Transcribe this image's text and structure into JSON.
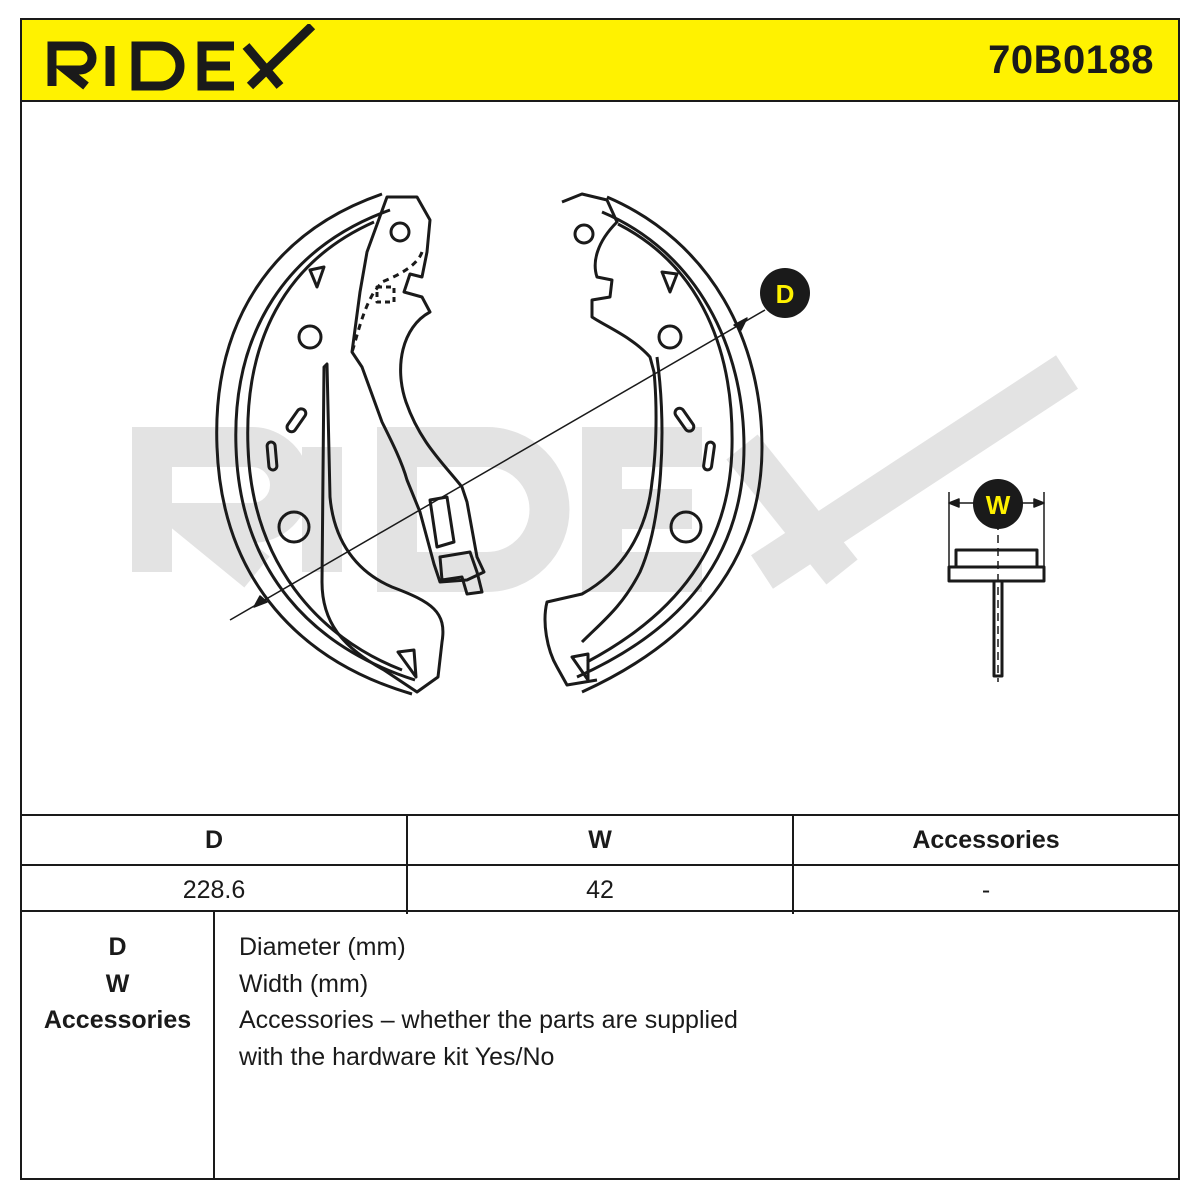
{
  "brand": {
    "logo_text": "RIDEX",
    "part_number": "70B0188",
    "accent_color": "#fff200",
    "watermark_color": "#e3e3e3"
  },
  "drawing": {
    "marker_d": "D",
    "marker_w": "W"
  },
  "specs": {
    "headers": [
      "D",
      "W",
      "Accessories"
    ],
    "values": [
      "228.6",
      "42",
      "-"
    ]
  },
  "legend": {
    "keys": [
      "D",
      "W",
      "Accessories"
    ],
    "lines": [
      "Diameter (mm)",
      "Width (mm)",
      "Accessories – whether the parts are supplied",
      "with the hardware kit Yes/No"
    ]
  }
}
